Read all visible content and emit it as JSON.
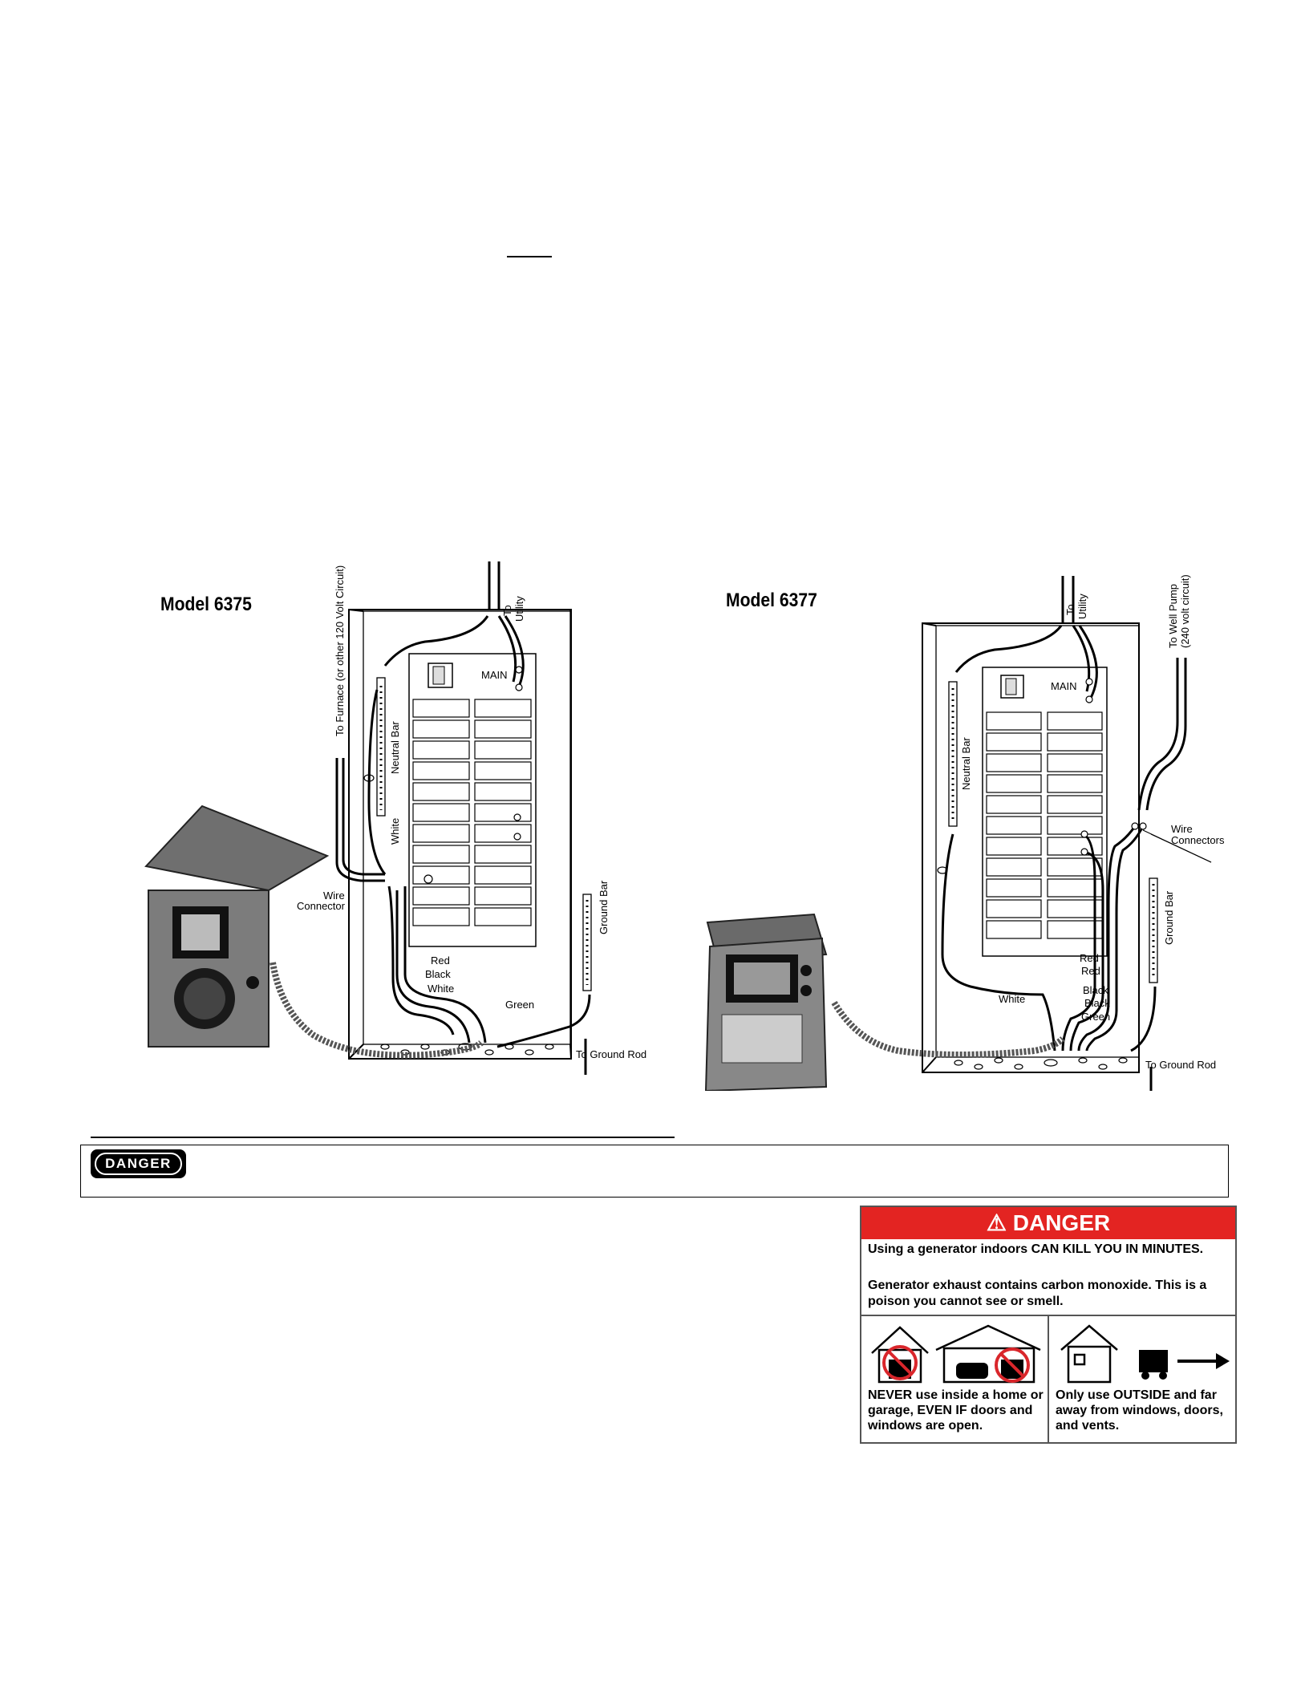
{
  "model_left": {
    "title": "Model 6375",
    "labels": {
      "to_utility_1": "To",
      "to_utility_2": "Utility",
      "to_furnace": "To Furnace (or other 120 Volt Circuit)",
      "main": "MAIN",
      "neutral_bar": "Neutral Bar",
      "white_vertical": "White",
      "wire_connector_1": "Wire",
      "wire_connector_2": "Connector",
      "red": "Red",
      "black": "Black",
      "white": "White",
      "green": "Green",
      "ground_bar": "Ground Bar",
      "to_ground_rod": "To Ground Rod"
    }
  },
  "model_right": {
    "title": "Model 6377",
    "labels": {
      "to_utility_1": "To",
      "to_utility_2": "Utility",
      "to_well_pump_1": "To Well Pump",
      "to_well_pump_2": "(240 volt circuit)",
      "main": "MAIN",
      "neutral_bar": "Neutral Bar",
      "wire_connectors_1": "Wire",
      "wire_connectors_2": "Connectors",
      "red_1": "Red",
      "red_2": "Red",
      "black_1": "Black",
      "black_2": "Black",
      "green": "Green",
      "white": "White",
      "ground_bar": "Ground Bar",
      "to_ground_rod": "To Ground Rod"
    }
  },
  "danger_label": "DANGER",
  "co_warning": {
    "header": "⚠ DANGER",
    "line1": "Using a generator indoors CAN KILL YOU IN MINUTES.",
    "line2": "Generator exhaust contains carbon monoxide.  This is a poison you cannot see or smell.",
    "never": "NEVER use inside a home or garage, EVEN IF doors and windows are open.",
    "only": "Only use OUTSIDE and far away from windows, doors, and vents.",
    "colors": {
      "header_bg": "#e32422",
      "prohibit": "#d9262b"
    }
  }
}
